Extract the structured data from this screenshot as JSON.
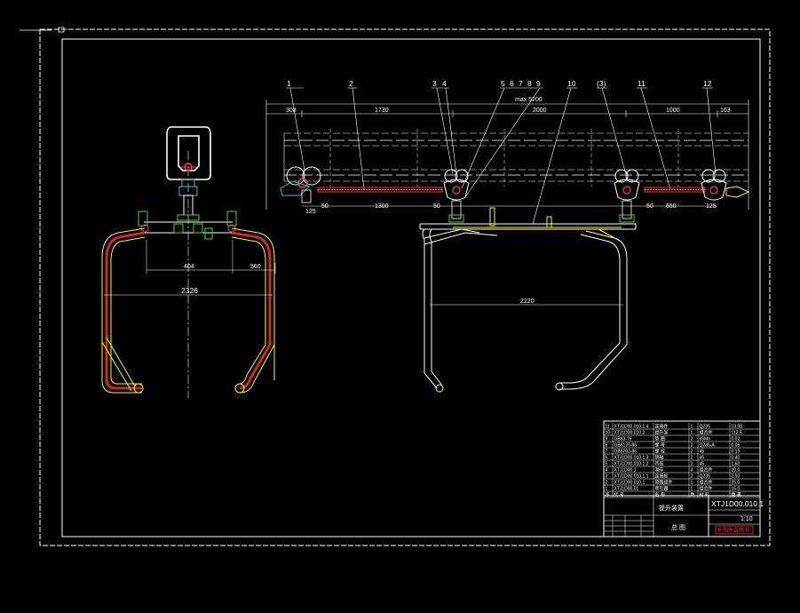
{
  "colors": {
    "background": "#000000",
    "line": "#ffffff",
    "frame": "#ffff00",
    "pipe": "#cc2a2a",
    "green": "#33dd33",
    "cyan": "#22cccc",
    "title_red": "#ff3030"
  },
  "callouts": [
    "1",
    "2",
    "3",
    "4",
    "5",
    "6",
    "7",
    "8",
    "9",
    "10",
    "(3)",
    "11",
    "12"
  ],
  "top_dims": {
    "d1": "308",
    "d2": "1730",
    "total": "max 5200",
    "d3": "2000",
    "d4": "1000",
    "d5": "163"
  },
  "bottom_dims": {
    "b1": "125",
    "b2": "50",
    "b3": "1300",
    "b4": "50",
    "b5": "50",
    "b6": "650",
    "b7": "125"
  },
  "left_view_dims": {
    "inner_a": "404",
    "inner_b": "560",
    "overall": "2326"
  },
  "right_view_dims": {
    "width": "2220"
  },
  "title_block": {
    "drawing_number": "XTJ1D00.010.1",
    "rows": [
      {
        "no": "11",
        "code": "XTJ1D00.010.1.4",
        "name": "连接件",
        "qty": "1",
        "mat": "Q235",
        "wt": "13.50"
      },
      {
        "no": "10",
        "code": "XTJ1D00.010.2",
        "name": "提升架",
        "qty": "1",
        "mat": "组合件",
        "wt": "112.5"
      },
      {
        "no": "9",
        "code": "GB93-76",
        "name": "垫 圈",
        "qty": "2",
        "mat": "65Mn",
        "wt": "0.02"
      },
      {
        "no": "8",
        "code": "GB6170-86",
        "name": "螺 母",
        "qty": "2",
        "mat": "Q235-A",
        "wt": "0.05"
      },
      {
        "no": "7",
        "code": "GB5782-86",
        "name": "螺 栓",
        "qty": "2",
        "mat": "45",
        "wt": "0.15"
      },
      {
        "no": "6",
        "code": "XTJ1D00.010.1.3",
        "name": "销轴",
        "qty": "2",
        "mat": "45",
        "wt": "0.40"
      },
      {
        "no": "5",
        "code": "XTJ1D00.010.1.2",
        "name": "吊挂",
        "qty": "2",
        "mat": "45",
        "wt": "1.60"
      },
      {
        "no": "4",
        "code": "XTJ1D00.1",
        "name": "滑车",
        "qty": "4",
        "mat": "组合件",
        "wt": "20.0"
      },
      {
        "no": "3",
        "code": "XTJ1D00.010.1.1",
        "name": "连接板",
        "qty": "2",
        "mat": "Q235",
        "wt": "2.50"
      },
      {
        "no": "2",
        "code": "XTJ1D00.010.1",
        "name": "管路组件",
        "qty": "1",
        "mat": "组合件",
        "wt": "25.0"
      },
      {
        "no": "1",
        "code": "XTJ1D00.01",
        "name": "牵引器",
        "qty": "1",
        "mat": "组合件",
        "wt": "15.0"
      }
    ],
    "headers": [
      "序",
      "代 号",
      "名 称",
      "数",
      "材 料",
      "重 量"
    ],
    "drawing_title": "提升装置",
    "drawing_subtitle": "总 图",
    "scale_row": [
      "1:10"
    ],
    "stamp": "外购件说明书"
  }
}
